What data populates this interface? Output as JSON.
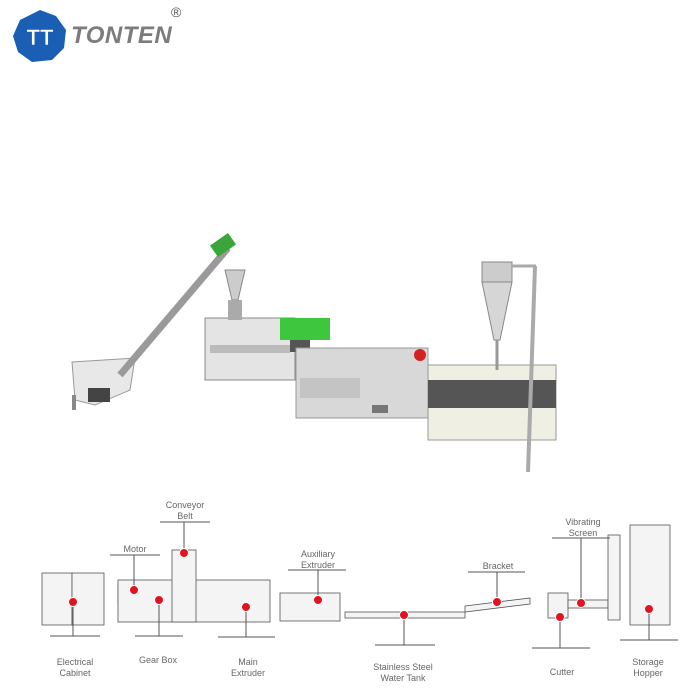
{
  "brand": {
    "name": "TONTEN",
    "registered_mark": "®",
    "logo_letters": "TT",
    "color_primary": "#1a5fb4",
    "color_text": "#7c7c7c"
  },
  "diagram": {
    "marker_color": "#e0141e",
    "components": [
      {
        "id": "conveyor",
        "label": "Conveyor Belt"
      },
      {
        "id": "motor",
        "label": "Motor"
      },
      {
        "id": "aux",
        "label": "Auxiliary Extruder"
      },
      {
        "id": "bracket",
        "label": "Bracket"
      },
      {
        "id": "screen",
        "label": "Vibrating Screen"
      },
      {
        "id": "cabinet",
        "label": "Electrical Cabinet"
      },
      {
        "id": "gearbox",
        "label": "Gear Box"
      },
      {
        "id": "main",
        "label": "Main Extruder"
      },
      {
        "id": "tank",
        "label": "Stainless Steel Water Tank"
      },
      {
        "id": "cutter",
        "label": "Cutter"
      },
      {
        "id": "hopper",
        "label": "Storage Hopper"
      }
    ]
  }
}
